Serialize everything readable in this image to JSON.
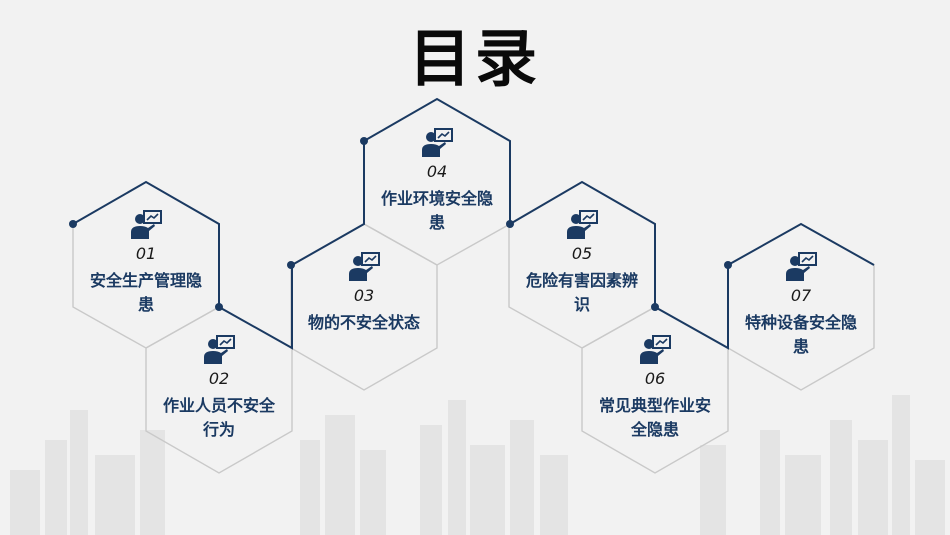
{
  "title": "目录",
  "colors": {
    "accent": "#1b3a62",
    "hex_gray": "#c9c9c9",
    "background": "#f2f2f2"
  },
  "items": [
    {
      "num": "01",
      "label": "安全生产管理隐患",
      "icon": "presenter-icon"
    },
    {
      "num": "02",
      "label": "作业人员不安全行为",
      "icon": "presenter-icon"
    },
    {
      "num": "03",
      "label": "物的不安全状态",
      "icon": "presenter-icon"
    },
    {
      "num": "04",
      "label": "作业环境安全隐患",
      "icon": "presenter-icon"
    },
    {
      "num": "05",
      "label": "危险有害因素辨识",
      "icon": "presenter-icon"
    },
    {
      "num": "06",
      "label": "常见典型作业安全隐患",
      "icon": "presenter-icon"
    },
    {
      "num": "07",
      "label": "特种设备安全隐患",
      "icon": "presenter-icon"
    }
  ]
}
